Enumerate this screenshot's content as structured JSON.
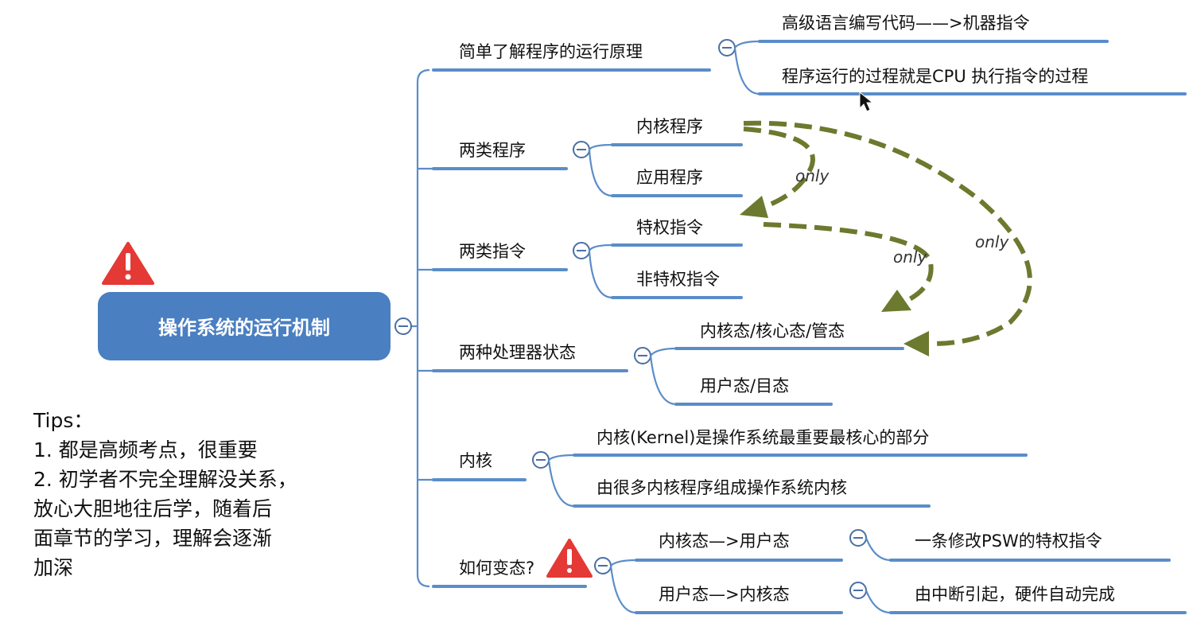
{
  "root": {
    "label": "操作系统的运行机制"
  },
  "branches": [
    {
      "label": "简单了解程序的运行原理",
      "children": [
        "高级语言编写代码——>机器指令",
        "程序运行的过程就是CPU 执行指令的过程"
      ]
    },
    {
      "label": "两类程序",
      "children": [
        "内核程序",
        "应用程序"
      ]
    },
    {
      "label": "两类指令",
      "children": [
        "特权指令",
        "非特权指令"
      ]
    },
    {
      "label": "两种处理器状态",
      "children": [
        "内核态/核心态/管态",
        "用户态/目态"
      ]
    },
    {
      "label": "内核",
      "children": [
        "内核(Kernel)是操作系统最重要最核心的部分",
        "由很多内核程序组成操作系统内核"
      ]
    },
    {
      "label": "如何变态?",
      "children": [
        {
          "label": "内核态—>用户态",
          "child": "一条修改PSW的特权指令"
        },
        {
          "label": "用户态—>内核态",
          "child": "由中断引起，硬件自动完成"
        }
      ]
    }
  ],
  "arrow_labels": [
    "only",
    "only",
    "only"
  ],
  "tips": {
    "title": "Tips：",
    "lines": [
      "1. 都是高频考点，很重要",
      "2. 初学者不完全理解没关系，",
      "放心大胆地往后学，随着后",
      "面章节的学习，理解会逐渐",
      "加深"
    ]
  },
  "icons": [
    "warning-icon",
    "collapse-icon",
    "mouse-cursor-icon"
  ],
  "colors": {
    "root_fill": "#4a7fc1",
    "branch_line": "#5a8dc8",
    "arrow": "#6b7a2e",
    "warning": "#e53935"
  }
}
